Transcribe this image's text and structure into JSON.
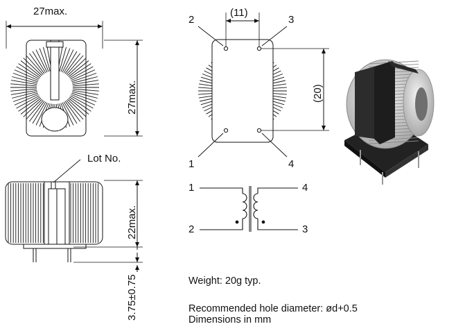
{
  "dimensions": {
    "top_width": "27max.",
    "top_height": "27max.",
    "pin_pitch_x": "(11)",
    "pin_pitch_y": "(20)",
    "side_height": "22max.",
    "pin_length": "3.75±0.75"
  },
  "labels": {
    "lot_no": "Lot No."
  },
  "pins": {
    "top_left": "2",
    "top_right": "3",
    "bottom_left": "1",
    "bottom_right": "4"
  },
  "schematic": {
    "in_top": "1",
    "in_bottom": "2",
    "out_top": "4",
    "out_bottom": "3"
  },
  "notes": {
    "weight": "Weight: 20g typ.",
    "hole": "Recommended hole diameter: ød+0.5",
    "units": "Dimensions in mm"
  }
}
